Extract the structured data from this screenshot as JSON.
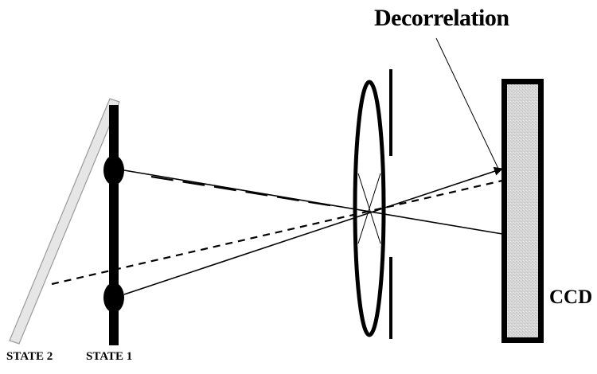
{
  "labels": {
    "decorrelation": "Decorrelation",
    "ccd": "CCD",
    "state2": "STATE 2",
    "state1": "STATE 1"
  },
  "colors": {
    "ink": "#000000",
    "sensor_fill": "#cfcfcf",
    "state2_fill": "#e6e6e6"
  }
}
